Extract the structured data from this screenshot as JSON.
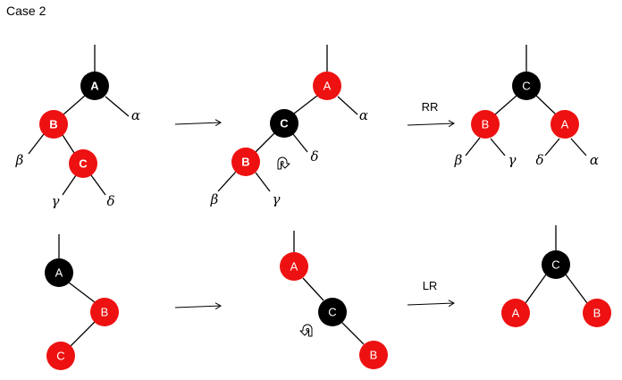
{
  "title": "Case 2",
  "colors": {
    "red": "#ee1111",
    "black": "#000000",
    "node_text": "#ffffff",
    "edge": "#000000"
  },
  "nodes": [
    {
      "id": "t1-A",
      "label": "A",
      "color": "black",
      "bold": true
    },
    {
      "id": "t1-B",
      "label": "B",
      "color": "red",
      "bold": true
    },
    {
      "id": "t1-C",
      "label": "C",
      "color": "red",
      "bold": true
    },
    {
      "id": "t2-A",
      "label": "A",
      "color": "red",
      "bold": false
    },
    {
      "id": "t2-C",
      "label": "C",
      "color": "black",
      "bold": true
    },
    {
      "id": "t2-B",
      "label": "B",
      "color": "red",
      "bold": true
    },
    {
      "id": "t3-C",
      "label": "C",
      "color": "black",
      "bold": false
    },
    {
      "id": "t3-B",
      "label": "B",
      "color": "red",
      "bold": false
    },
    {
      "id": "t3-A",
      "label": "A",
      "color": "red",
      "bold": false
    },
    {
      "id": "t4-A",
      "label": "A",
      "color": "black",
      "bold": false
    },
    {
      "id": "t4-B",
      "label": "B",
      "color": "red",
      "bold": false
    },
    {
      "id": "t4-C",
      "label": "C",
      "color": "red",
      "bold": false
    },
    {
      "id": "t5-A",
      "label": "A",
      "color": "red",
      "bold": false
    },
    {
      "id": "t5-C",
      "label": "C",
      "color": "black",
      "bold": false
    },
    {
      "id": "t5-B",
      "label": "B",
      "color": "red",
      "bold": false
    },
    {
      "id": "t6-C",
      "label": "C",
      "color": "black",
      "bold": false
    },
    {
      "id": "t6-A",
      "label": "A",
      "color": "red",
      "bold": false
    },
    {
      "id": "t6-B",
      "label": "B",
      "color": "red",
      "bold": false
    }
  ],
  "subtrees": [
    {
      "id": "t1-alpha",
      "label": "α"
    },
    {
      "id": "t1-beta",
      "label": "β"
    },
    {
      "id": "t1-gamma",
      "label": "γ"
    },
    {
      "id": "t1-delta",
      "label": "δ"
    },
    {
      "id": "t2-alpha",
      "label": "α"
    },
    {
      "id": "t2-delta",
      "label": "δ"
    },
    {
      "id": "t2-beta",
      "label": "β"
    },
    {
      "id": "t2-gamma",
      "label": "γ"
    },
    {
      "id": "t3-beta",
      "label": "β"
    },
    {
      "id": "t3-gamma",
      "label": "γ"
    },
    {
      "id": "t3-delta",
      "label": "δ"
    },
    {
      "id": "t3-alpha",
      "label": "α"
    }
  ],
  "operations": [
    {
      "id": "op-rr",
      "label": "RR"
    },
    {
      "id": "op-lr",
      "label": "LR"
    }
  ],
  "rotation_icons": [
    {
      "id": "rot1",
      "direction": "clockwise"
    },
    {
      "id": "rot2",
      "direction": "counterclockwise"
    }
  ]
}
